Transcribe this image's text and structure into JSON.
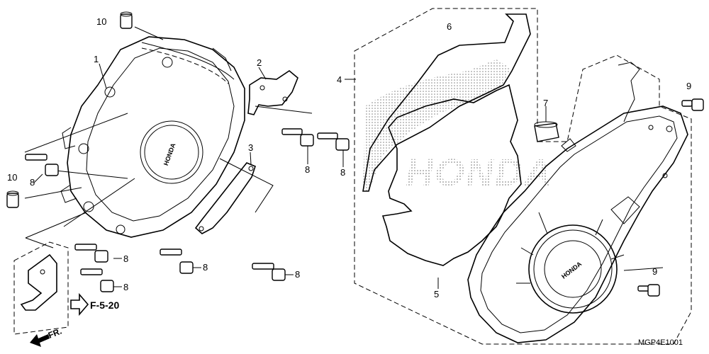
{
  "callouts": {
    "c1": "1",
    "c2": "2",
    "c3": "3",
    "c4": "4",
    "c5": "5",
    "c6": "6",
    "c7": "7",
    "c8a": "8",
    "c8b": "8",
    "c8c": "8",
    "c8d": "8",
    "c8e": "8",
    "c8f": "8",
    "c8g": "8",
    "c9a": "9",
    "c9b": "9",
    "c10a": "10",
    "c10b": "10"
  },
  "brand_text": "HONDA",
  "cross_ref": "F-5-20",
  "front_label": "FR.",
  "diagram_code": "MGP4E1001"
}
